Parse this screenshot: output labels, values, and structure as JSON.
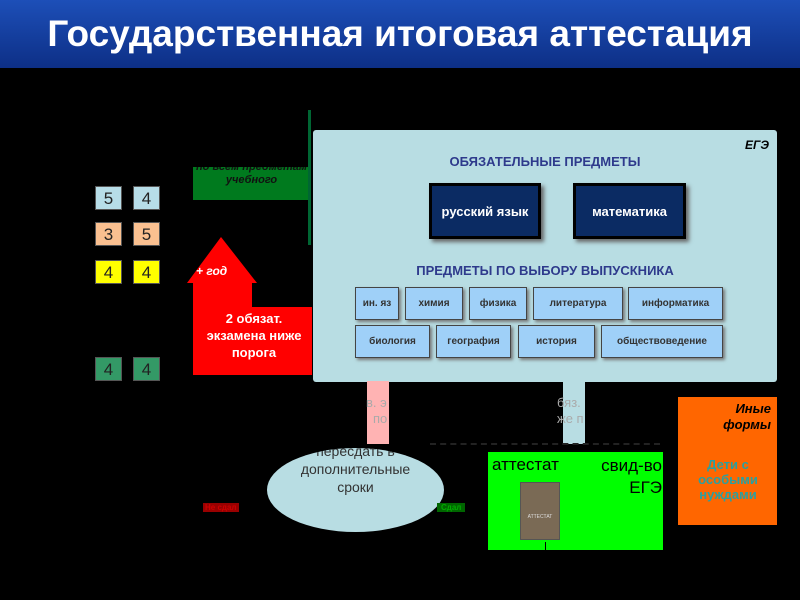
{
  "title": "Государственная итоговая аттестация",
  "grades": [
    [
      "5",
      "4"
    ],
    [
      "3",
      "5"
    ],
    [
      "4",
      "4"
    ],
    [
      "4",
      "4"
    ]
  ],
  "grade_colors": [
    "#b7dde8",
    "#fac090",
    "#ffff00",
    "#339966"
  ],
  "banner": "по всем предметам учебного",
  "arrow": {
    "top": "+ год",
    "body": "2 обязат. экзамена ниже порога"
  },
  "panel": {
    "tag": "ЕГЭ",
    "mandatory_heading": "ОБЯЗАТЕЛЬНЫЕ ПРЕДМЕТЫ",
    "mandatory": [
      "русский язык",
      "математика"
    ],
    "elective_heading": "ПРЕДМЕТЫ ПО ВЫБОРУ ВЫПУСКНИКА",
    "electives_row1": [
      "ин. яз",
      "химия",
      "физика",
      "литература",
      "информатика"
    ],
    "electives_row2": [
      "биология",
      "география",
      "история",
      "обществоведение"
    ]
  },
  "fragments": {
    "left1": "в. э",
    "left2": "по",
    "right1": "бяз.",
    "right2": "же п"
  },
  "retake": "пересдать в дополнительные сроки",
  "fail_label": "Не сдал",
  "pass_label": "Сдал",
  "result": {
    "attestat": "аттестат",
    "certificate": "свид-во ЕГЭ",
    "book": "АТТЕСТАТ"
  },
  "other": {
    "title": "Иные формы",
    "subtitle": "Дети с особыми нуждами"
  }
}
